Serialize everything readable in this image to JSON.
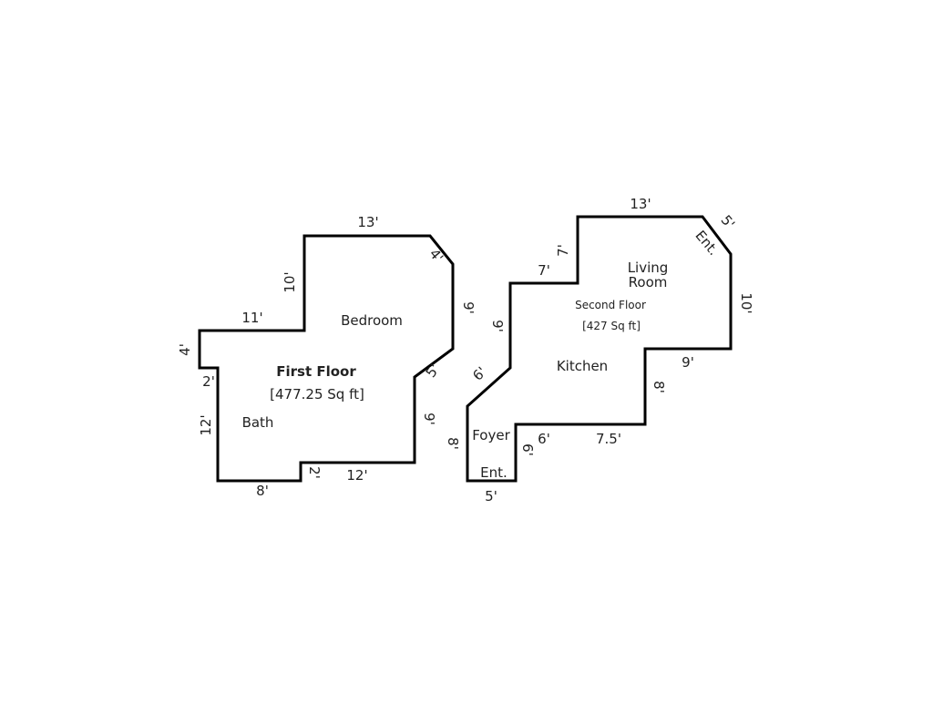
{
  "first_floor": {
    "title": "First Floor",
    "area": "[477.25 Sq ft]",
    "rooms": [
      "Bedroom",
      "Bath"
    ],
    "dimensions": [
      "13'",
      "4'",
      "9'",
      "5'",
      "9'",
      "12'",
      "2'",
      "8'",
      "12'",
      "2'",
      "4'",
      "11'",
      "10'"
    ]
  },
  "second_floor": {
    "title": "Second Floor",
    "area": "[427 Sq ft]",
    "rooms": [
      "Living",
      "Room",
      "Kitchen",
      "Foyer",
      "Ent.",
      "Ent."
    ],
    "dimensions": [
      "13'",
      "5'",
      "10'",
      "9'",
      "8'",
      "7.5'",
      "6'",
      "6'",
      "5'",
      "8'",
      "6'",
      "9'",
      "7'",
      "7'"
    ]
  },
  "colors": {
    "wall": "#000000",
    "text": "#222222",
    "background": "#ffffff"
  }
}
